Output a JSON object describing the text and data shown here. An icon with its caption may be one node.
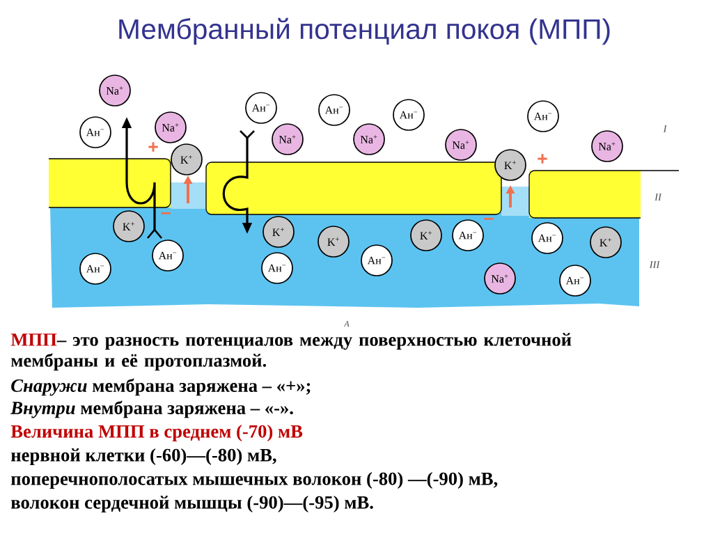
{
  "diagram": {
    "title": "Мембранный потенциал покоя (МПП)",
    "nodes": [
      {
        "text": [
          "Na$^{+}$"
        ]
      },
      {
        "text": [
          "Ан$^{−}$"
        ]
      },
      {
        "text": [
          "Na$^{+}$"
        ]
      },
      {
        "text": [
          "K$^{+}$"
        ]
      },
      {
        "text": [
          "Ан$^{−}$"
        ]
      },
      {
        "text": [
          "Ан$^{−}$"
        ]
      },
      {
        "text": [
          "Na$^{+}$"
        ]
      },
      {
        "text": [
          "Na$^{+}$"
        ]
      },
      {
        "text": [
          "Ан$^{−}$"
        ]
      },
      {
        "text": [
          "Na$^{+}$"
        ]
      },
      {
        "text": [
          "K$^{+}$"
        ]
      },
      {
        "text": [
          "Ан$^{−}$"
        ]
      },
      {
        "text": [
          "Na$^{+}$"
        ]
      },
      {
        "text": [
          "K$^{+}$"
        ]
      },
      {
        "text": [
          "Ан$^{−}$"
        ]
      },
      {
        "text": [
          "Ан$^{−}$"
        ]
      },
      {
        "text": [
          "K$^{+}$"
        ]
      },
      {
        "text": [
          "K$^{+}$"
        ]
      },
      {
        "text": [
          "Ан$^{−}$"
        ]
      },
      {
        "text": [
          "Ан$^{−}$"
        ]
      },
      {
        "text": [
          "K$^{+}$"
        ]
      },
      {
        "text": [
          "Ан$^{−}$"
        ]
      },
      {
        "text": [
          "Ан$^{−}$"
        ]
      },
      {
        "text": [
          "Na$^{+}$"
        ]
      },
      {
        "text": [
          "K$^{+}$"
        ]
      },
      {
        "text": [
          "Ан$^{−}$"
        ]
      }
    ],
    "labels": [
      "+",
      "−",
      "+",
      "−",
      "I",
      "II",
      "III",
      "А",
      "МПП",
      "– это разность потенциалов между поверхностью клеточной мембраны и её протоплазмой.",
      "*Снаружи* мембрана заряжена – «+»;",
      "*Внутри* мембрана заряжена – «-».",
      "Величина МПП в среднем (-70) мВ",
      "нервной клетки (-60)—(-80) мВ,",
      "поперечнополосатых мышечных волокон (-80) —(-90) мВ,",
      "волокон сердечной мышцы (-90)—(-95) мВ."
    ]
  }
}
